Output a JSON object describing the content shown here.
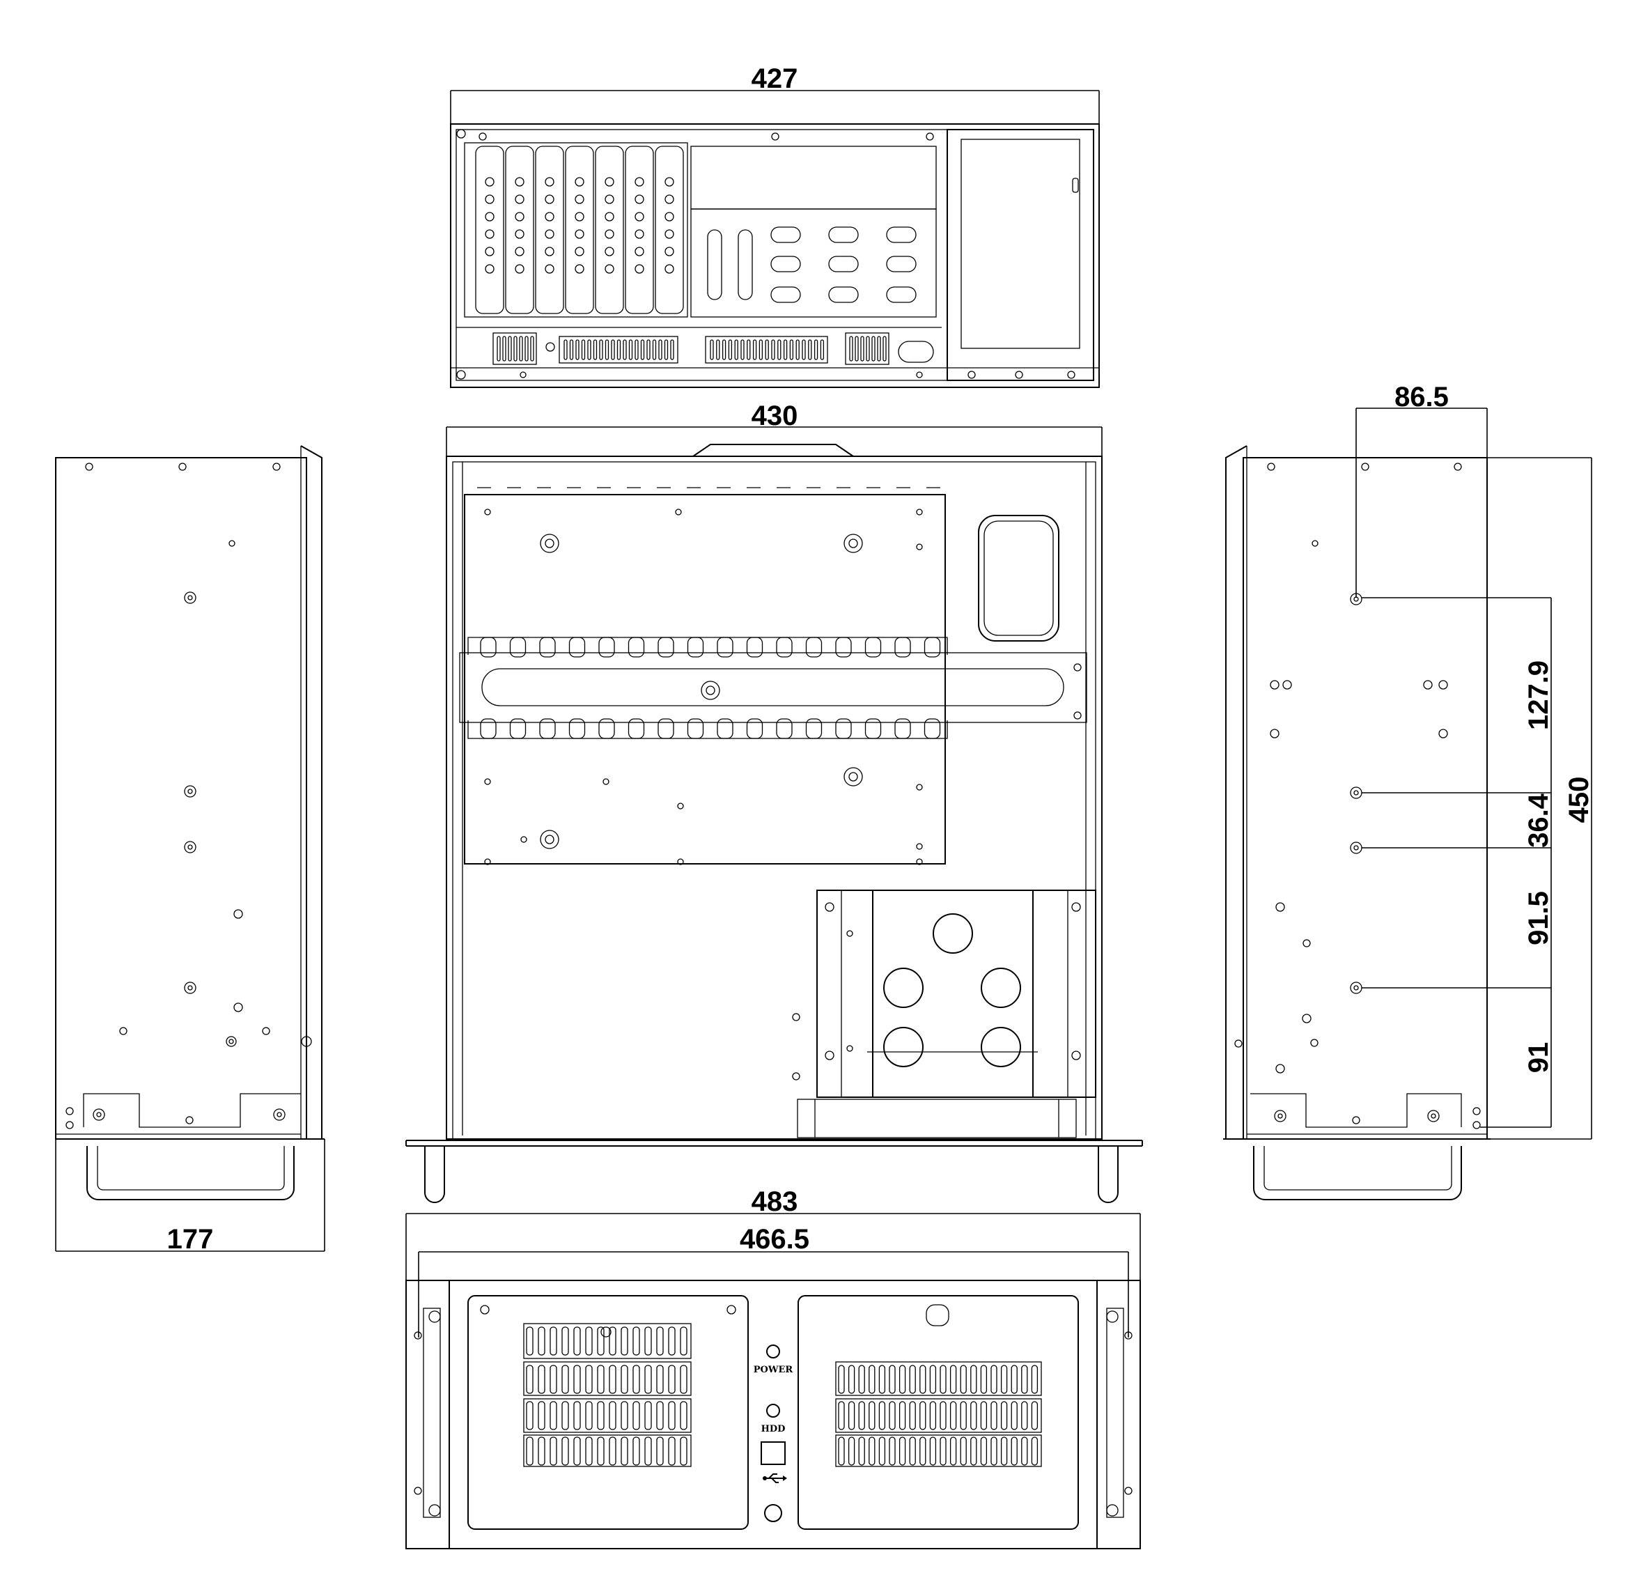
{
  "drawing": {
    "views": [
      "rear-view",
      "top-view",
      "left-side-view",
      "right-side-view",
      "front-view"
    ]
  },
  "dimensions": {
    "rear_width": "427",
    "top_width": "430",
    "left_depth": "177",
    "front_overall_width": "483",
    "front_mount_width": "466.5",
    "right_offset": "86.5",
    "right_hole_1": "127.9",
    "right_hole_2": "36.4",
    "right_hole_3": "91.5",
    "right_hole_4": "91",
    "right_depth": "450"
  },
  "front_panel": {
    "power_label": "POWER",
    "hdd_label": "HDD"
  },
  "icons": {
    "usb": "usb-icon"
  }
}
